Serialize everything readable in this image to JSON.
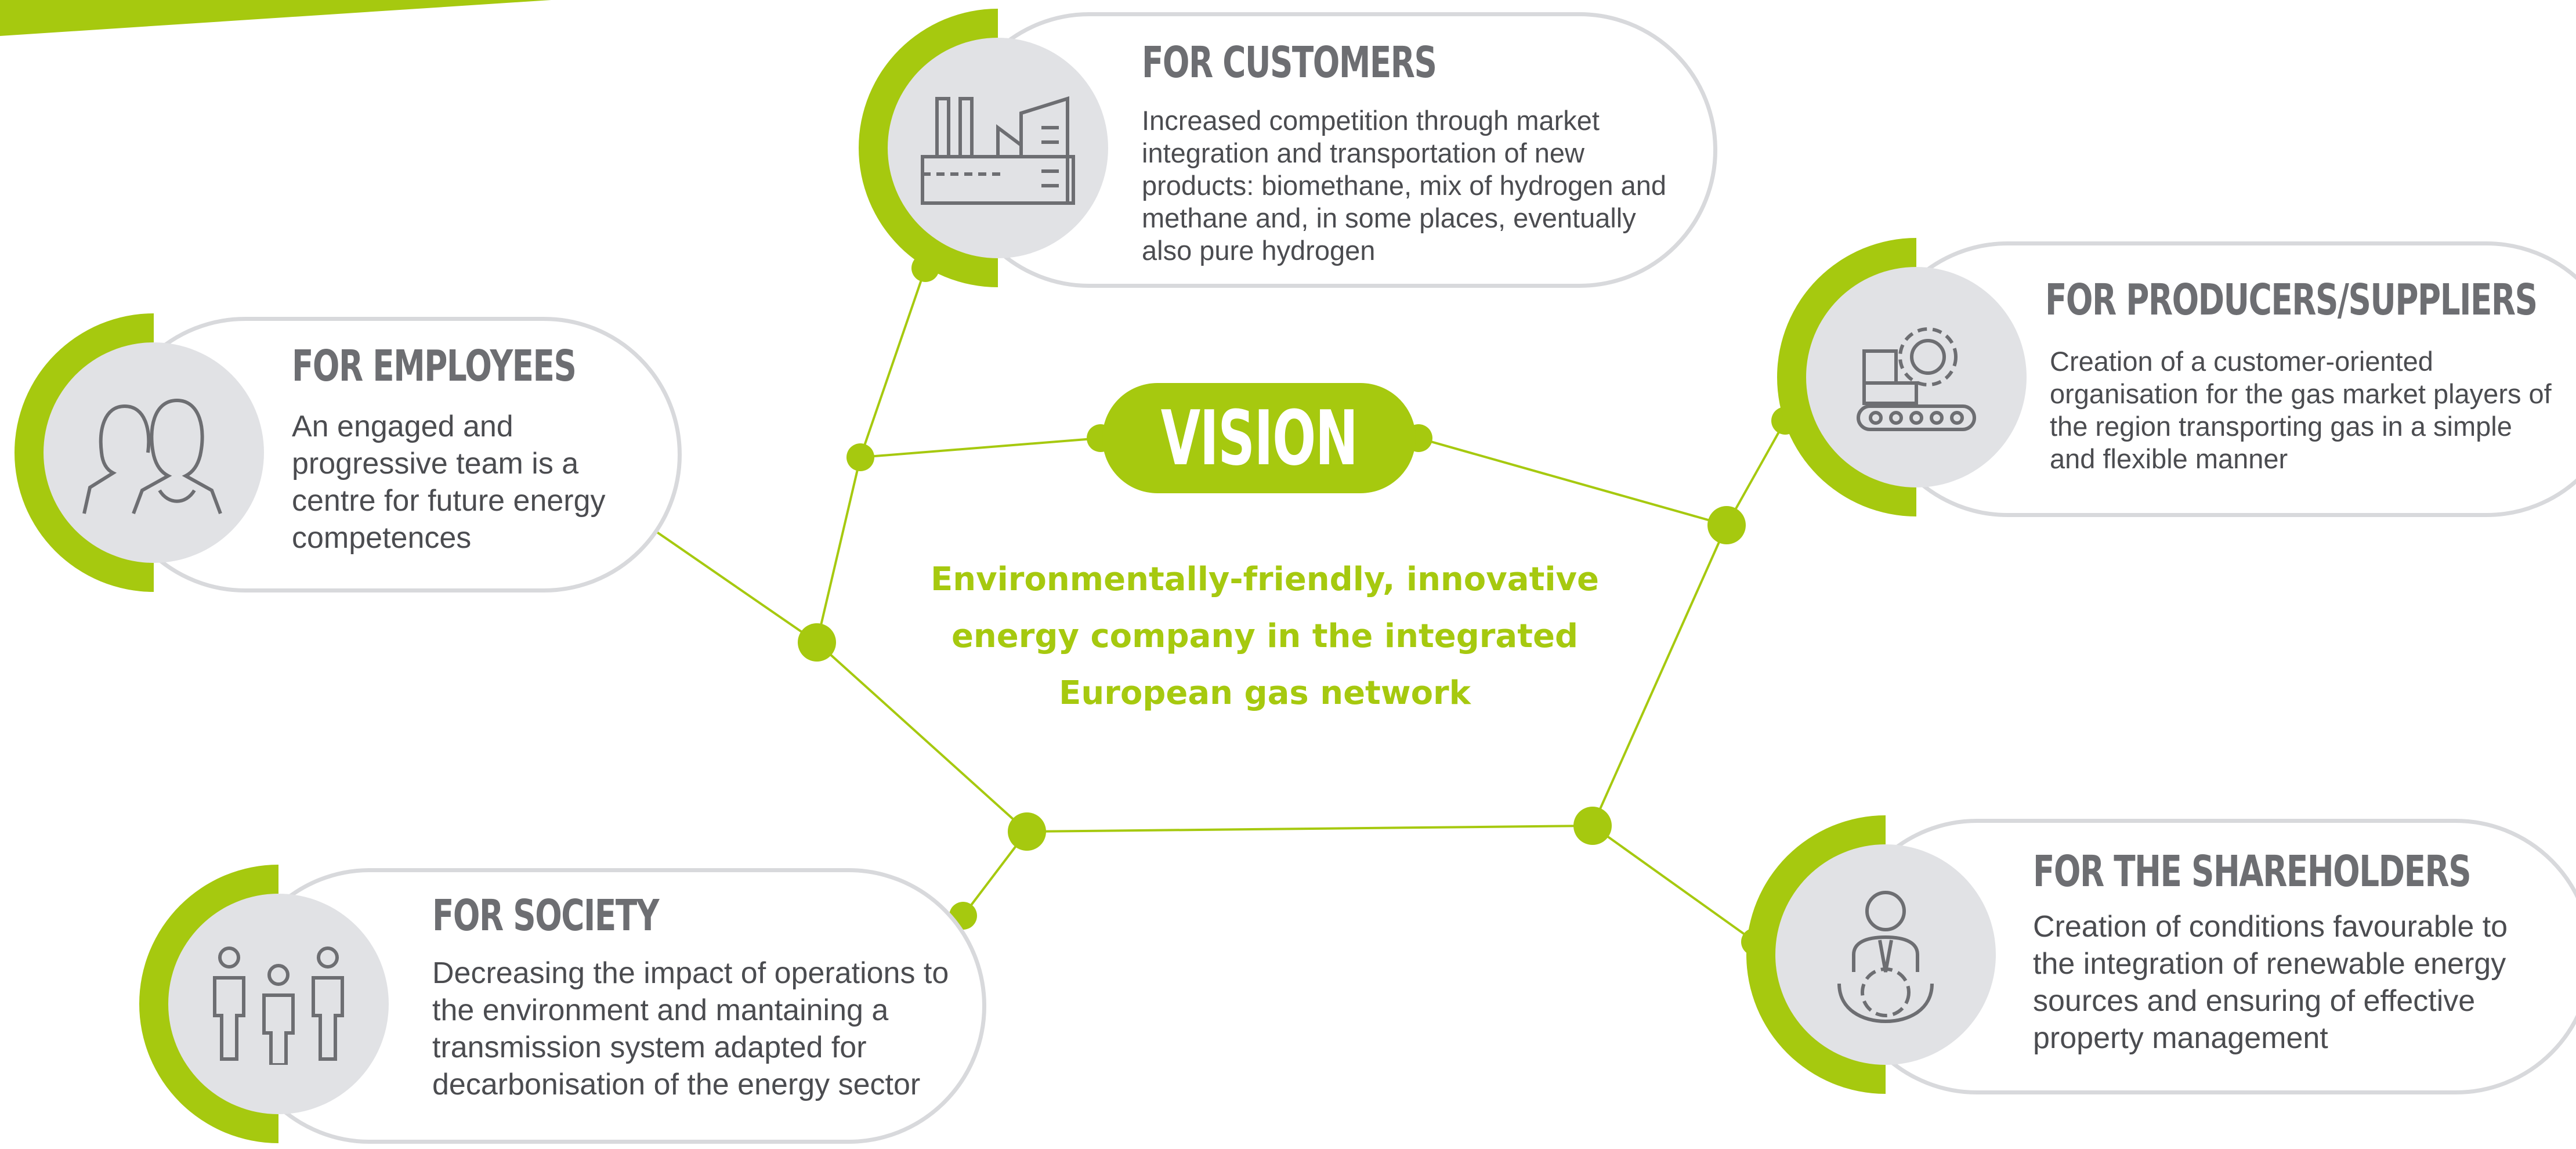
{
  "colors": {
    "accent": "#a6c90f",
    "pill_border": "#d8d9dc",
    "icon_circle": "#e1e2e5",
    "text": "#4b4c50",
    "title": "#6d6e72"
  },
  "vision": {
    "title": "VISION",
    "statement": "Environmentally-friendly, innovative energy company in the integrated European gas network"
  },
  "cards": {
    "customers": {
      "title": "FOR CUSTOMERS",
      "text": "Increased competition through market integration and transportation of new products: biomethane, mix of hydrogen and methane and, in some places, eventually also pure hydrogen",
      "icon": "factory-icon"
    },
    "employees": {
      "title": "FOR EMPLOYEES",
      "text": "An engaged and progressive team is a centre for future energy competences",
      "icon": "people-pair-icon"
    },
    "producers": {
      "title": "FOR PRODUCERS/SUPPLIERS",
      "text": "Creation of a customer-oriented organisation for the gas market players of the region transporting gas in a simple and flexible manner",
      "icon": "conveyor-gear-icon"
    },
    "society": {
      "title": "FOR SOCIETY",
      "text": "Decreasing the impact of operations to the environment and mantaining a transmission system adapted for decarbonisation of the energy sector",
      "icon": "group-of-people-icon"
    },
    "shareholders": {
      "title": "FOR THE SHAREHOLDERS",
      "text": "Creation of conditions favourable to the integration of renewable energy sources and ensuring of effective property management",
      "icon": "businessman-gear-icon"
    }
  }
}
